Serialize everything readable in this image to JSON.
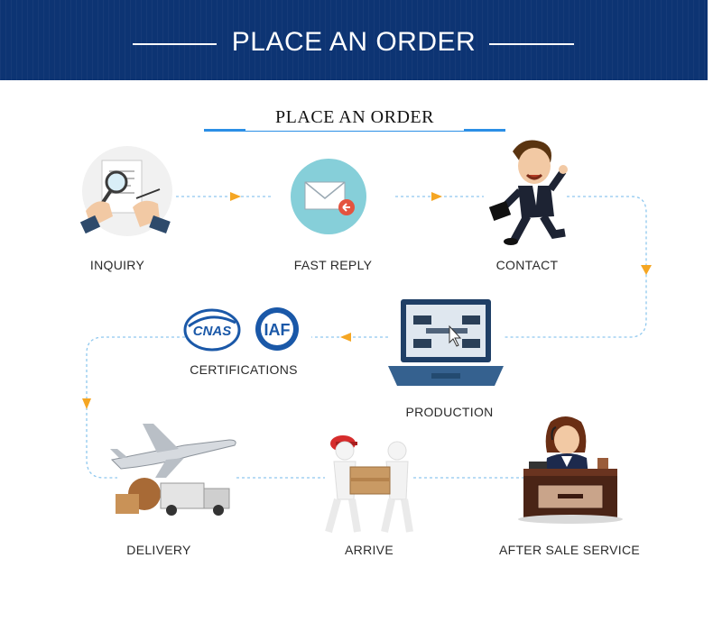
{
  "banner": {
    "title": "PLACE AN ORDER"
  },
  "section": {
    "title": "PLACE AN ORDER"
  },
  "steps": {
    "inquiry": "INQUIRY",
    "fast_reply": "FAST REPLY",
    "contact": "CONTACT",
    "production": "PRODUCTION",
    "certifications": "CERTIFICATIONS",
    "delivery": "DELIVERY",
    "arrive": "ARRIVE",
    "after_sale": "AFTER SALE SERVICE"
  },
  "badges": {
    "cnas": "CNAS",
    "iaf": "IAF"
  },
  "colors": {
    "banner_bg": "#0d3473",
    "accent_blue": "#2b8fe6",
    "arrow_orange": "#f5a623",
    "connector": "#8fc8ef"
  },
  "icons": {
    "inquiry": "magnifier-document-icon",
    "fast_reply": "envelope-reply-icon",
    "contact": "businessman-running-icon",
    "production": "laptop-blueprint-icon",
    "certifications": "certification-badges-icon",
    "delivery": "plane-truck-icon",
    "arrive": "box-carriers-icon",
    "after_sale": "service-desk-icon"
  }
}
